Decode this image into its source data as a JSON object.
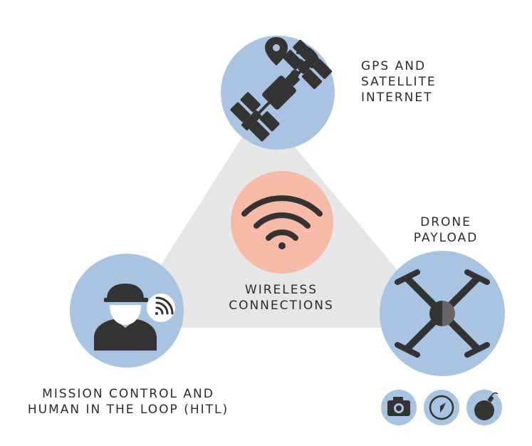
{
  "labels": {
    "gps": [
      "GPS AND",
      "SATELLITE",
      "INTERNET"
    ],
    "drone": [
      "DRONE",
      "PAYLOAD"
    ],
    "wireless": [
      "WIRELESS",
      "CONNECTIONS"
    ],
    "mission": [
      "MISSION CONTROL AND",
      "HUMAN IN THE LOOP (HITL)"
    ]
  },
  "nodes": [
    {
      "id": "gps-satellite",
      "icon": "satellite-icon"
    },
    {
      "id": "wireless",
      "icon": "wifi-icon"
    },
    {
      "id": "mission-control",
      "icon": "operator-icon"
    },
    {
      "id": "drone",
      "icon": "drone-icon"
    }
  ],
  "payload_icons": [
    "camera-icon",
    "compass-icon",
    "bomb-icon"
  ],
  "colors": {
    "node_blue": "#a9c4e2",
    "wireless_pink": "#f6bba7",
    "triangle_gray": "#e6e6e6",
    "icon_dark": "#333333",
    "white": "#ffffff"
  }
}
